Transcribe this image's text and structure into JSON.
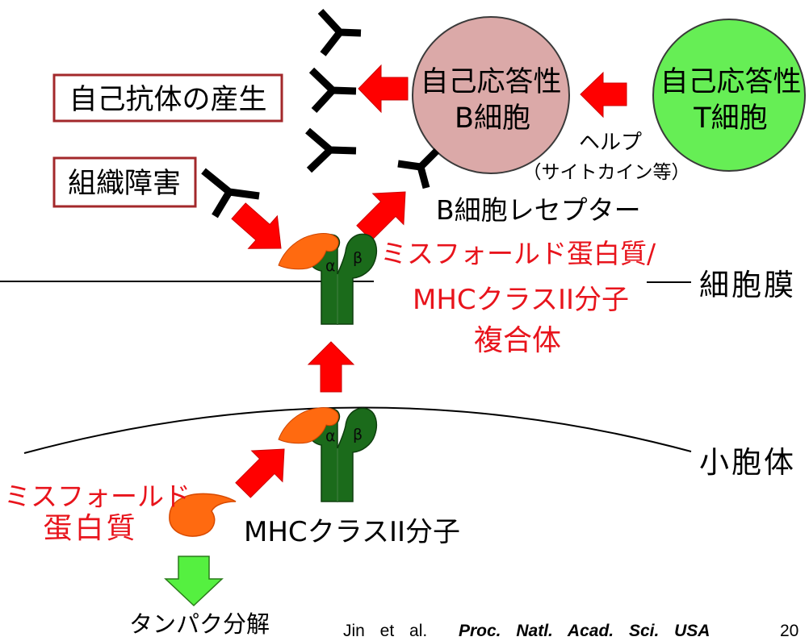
{
  "diagram": {
    "autoantibody_box": "自己抗体の産生",
    "tissue_damage_box": "組織障害",
    "b_cell": {
      "line1": "自己応答性",
      "line2": "B細胞"
    },
    "t_cell": {
      "line1": "自己応答性",
      "line2": "T細胞"
    },
    "help": {
      "line1": "ヘルプ",
      "line2": "（サイトカイン等）"
    },
    "b_cell_receptor": "B細胞レセプター",
    "complex": {
      "line1": "ミスフォールド蛋白質/",
      "line2": "MHCクラスII分子",
      "line3": "複合体"
    },
    "cell_membrane": "細胞膜",
    "endoplasmic_reticulum": "小胞体",
    "misfolded_protein": {
      "line1": "ミスフォールド",
      "line2": "蛋白質"
    },
    "mhc_class_ii": "MHCクラスII分子",
    "proteolysis": "タンパク分解",
    "alpha": "α",
    "beta": "β"
  },
  "citation": {
    "authors": "Jin et al.",
    "journal": "Proc. Natl. Acad. Sci. USA",
    "year": "20"
  },
  "colors": {
    "arrow_red": "#ff0000",
    "text_red": "#e8141c",
    "box_border": "#a3282b",
    "b_cell_fill": "#dba9a8",
    "t_cell_fill": "#66ee55",
    "mhc_green": "#1b6b1b",
    "misfolded_protein_orange": "#ff6a10",
    "degradation_arrow_green": "#55f040"
  }
}
